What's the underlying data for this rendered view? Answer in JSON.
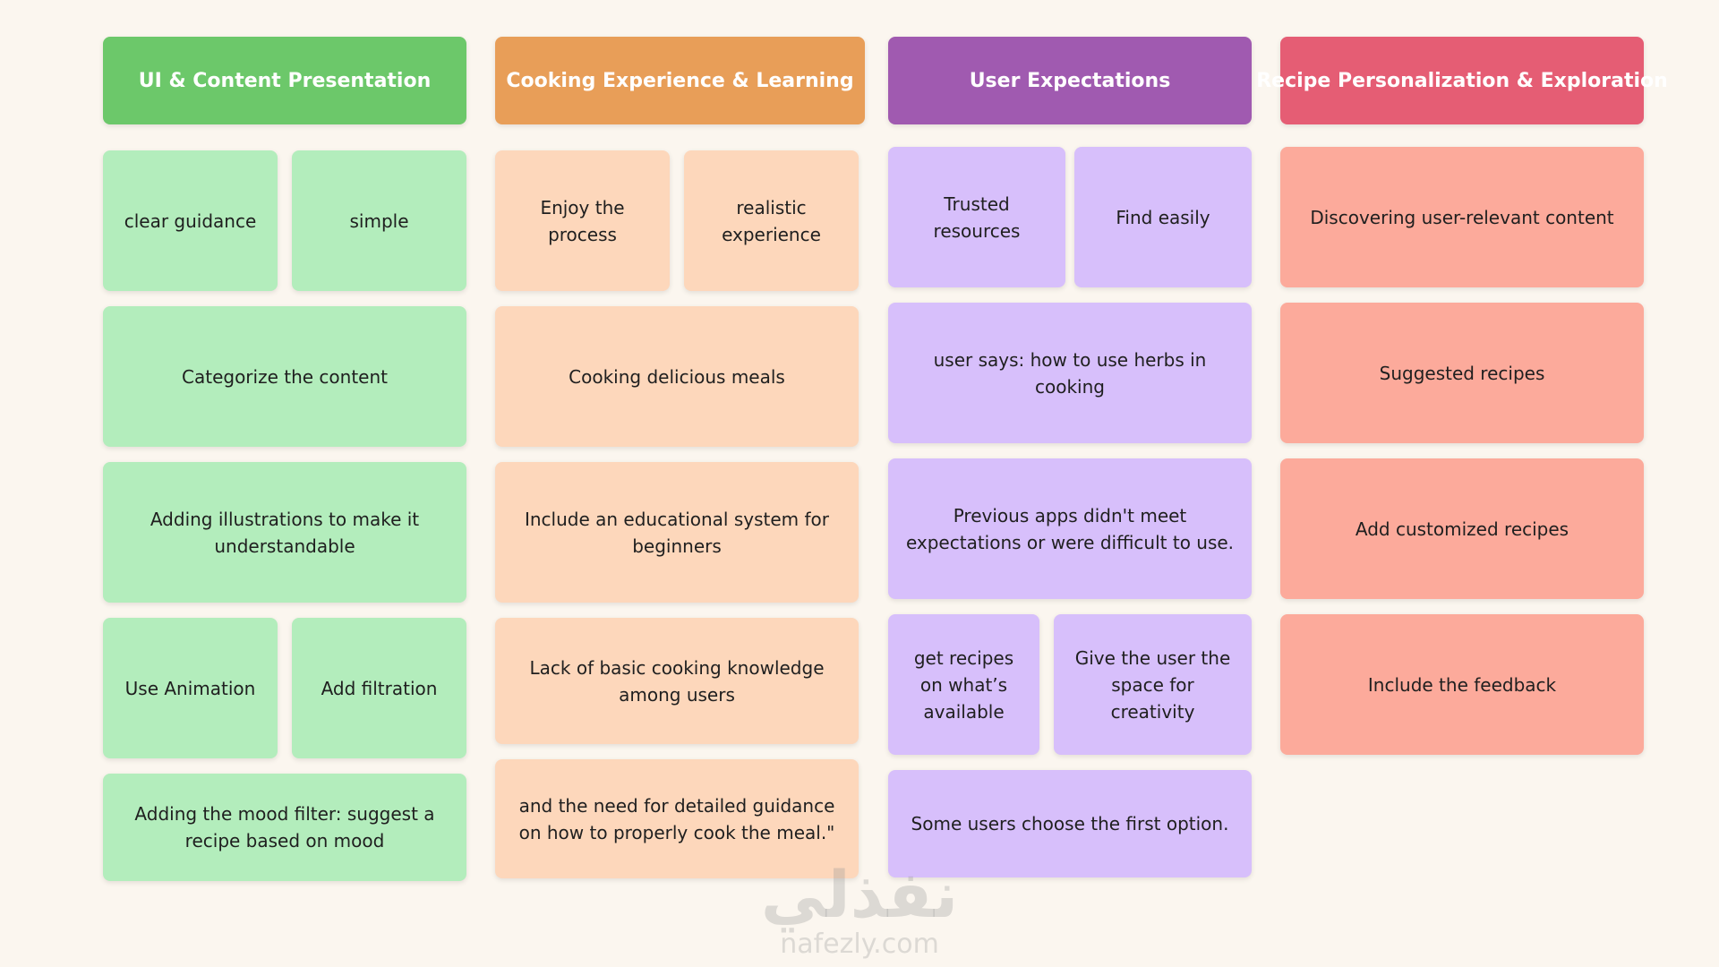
{
  "columns": {
    "ui": {
      "header": "UI & Content Presentation",
      "cards": [
        "clear guidance",
        "simple",
        "Categorize the content",
        "Adding illustrations to make it understandable",
        "Use Animation",
        "Add filtration",
        "Adding the mood filter: suggest a recipe based on mood"
      ]
    },
    "cooking": {
      "header": "Cooking Experience & Learning",
      "cards": [
        "Enjoy the process",
        "realistic experience",
        "Cooking delicious meals",
        "Include an educational system for beginners",
        "Lack of basic cooking knowledge among users",
        "and the need for detailed guidance on how to properly cook the meal.\""
      ]
    },
    "expectations": {
      "header": "User Expectations",
      "cards": [
        "Trusted resources",
        "Find easily",
        "user says: how to use herbs in cooking",
        "Previous apps didn't meet expectations or were difficult to use.",
        "get recipes on what’s available",
        "Give the user the space for creativity",
        "Some users choose the first option."
      ]
    },
    "personalization": {
      "header": "Recipe Personalization & Exploration",
      "cards": [
        "Discovering user-relevant content",
        "Suggested recipes",
        "Add customized recipes",
        "Include the feedback"
      ]
    }
  },
  "watermark": {
    "logo": "نفذلي",
    "text": "nafezly.com"
  },
  "colors": {
    "green_header": "#6cc86a",
    "green_card": "#b3edbc",
    "orange_header": "#e89e58",
    "orange_card": "#fdd7bb",
    "purple_header": "#a05ab0",
    "purple_card": "#d7bffb",
    "red_header": "#e55d74",
    "red_card": "#fcaa9b"
  }
}
